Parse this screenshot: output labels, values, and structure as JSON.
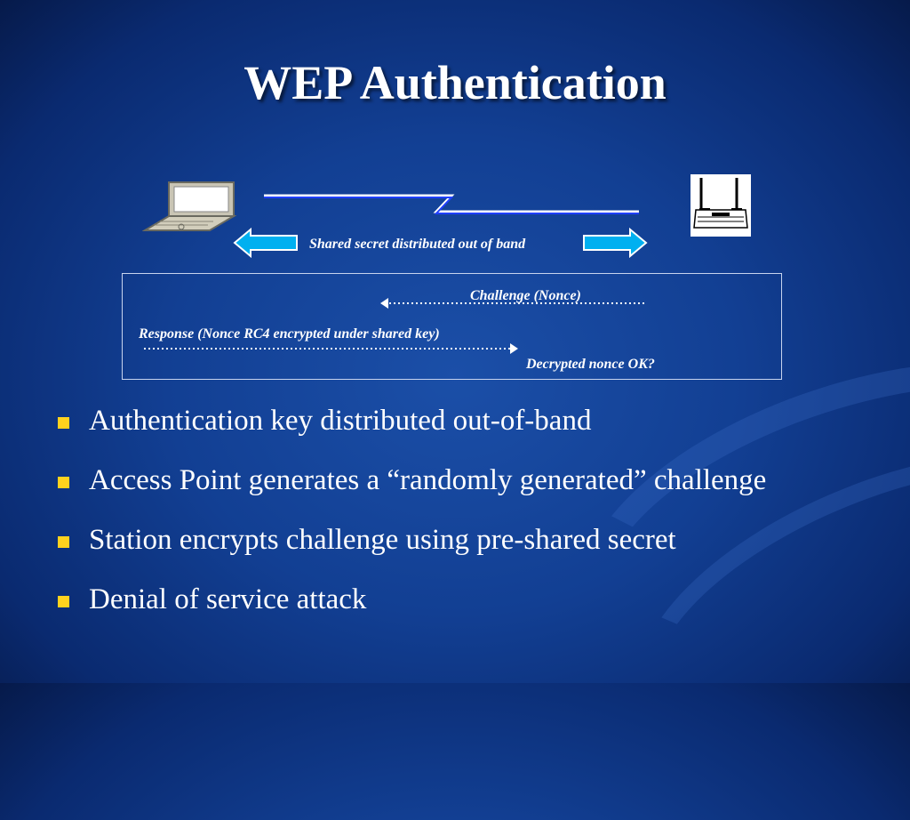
{
  "slide": {
    "title": "WEP Authentication"
  },
  "diagram": {
    "band_label": "Shared secret distributed out of band",
    "challenge_label": "Challenge (Nonce)",
    "response_label": "Response (Nonce RC4 encrypted under shared key)",
    "decrypted_label": "Decrypted nonce OK?"
  },
  "bullets": [
    " Authentication key distributed out-of-band",
    " Access Point generates a “randomly generated” challenge",
    " Station encrypts challenge using pre-shared secret",
    "Denial of service attack"
  ],
  "colors": {
    "bullet": "#ffd21e",
    "arrow_fill": "#00b0f0",
    "link_line": "#2040ff"
  }
}
